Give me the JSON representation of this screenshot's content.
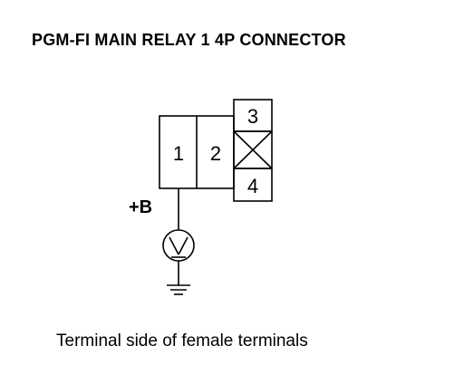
{
  "title": "PGM-FI MAIN RELAY 1 4P CONNECTOR",
  "caption": "Terminal side of female terminals",
  "connector": {
    "terminals": [
      {
        "label": "1"
      },
      {
        "label": "2"
      },
      {
        "label": "3"
      },
      {
        "label": "4"
      }
    ],
    "unused_cavity": "X"
  },
  "probe": {
    "label": "+B",
    "meter_symbol": "V"
  },
  "colors": {
    "line": "#000000",
    "background": "#ffffff"
  },
  "icons": [
    "voltmeter-icon",
    "ground-icon",
    "blank-cavity-icon"
  ]
}
